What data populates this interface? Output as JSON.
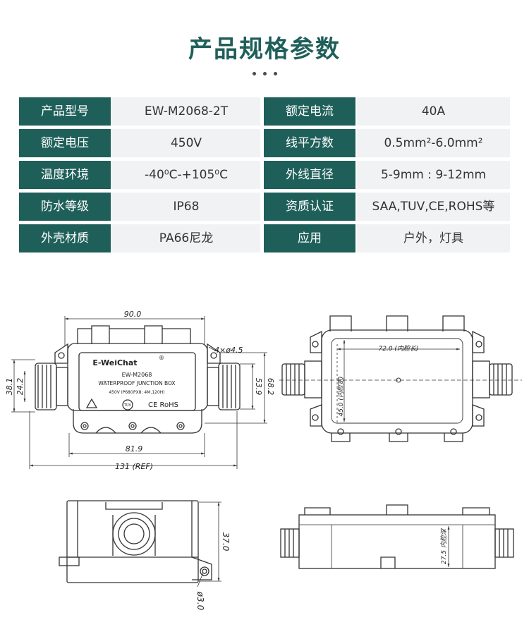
{
  "header": {
    "title": "产品规格参数"
  },
  "specs": {
    "rows": [
      {
        "l1": "产品型号",
        "v1": "EW-M2068-2T",
        "l2": "额定电流",
        "v2": "40A"
      },
      {
        "l1": "额定电压",
        "v1": "450V",
        "l2": "线平方数",
        "v2": "0.5mm²-6.0mm²"
      },
      {
        "l1": "温度环境",
        "v1": "-40⁰C-+105⁰C",
        "l2": "外线直径",
        "v2": "5-9mm : 9-12mm"
      },
      {
        "l1": "防水等级",
        "v1": "IP68",
        "l2": "资质认证",
        "v2": "SAA,TUV,CE,ROHS等"
      },
      {
        "l1": "外壳材质",
        "v1": "PA66尼龙",
        "l2": "应用",
        "v2": "户外，灯具"
      }
    ]
  },
  "drawing": {
    "front": {
      "brand": "E-WeiChat",
      "registered": "®",
      "model": "EW-M2068",
      "name": "WATERPROOF JUNCTION BOX",
      "rating": "450V  IP68(IPX8: 4M,120H)",
      "cert_tuv": "TÜV",
      "cert_ce_rohs": "CE RoHS",
      "dim_top": "90.0",
      "dim_holes": "4×ø4.5",
      "dim_left_outer": "38.1",
      "dim_left_inner": "24.2",
      "dim_right_inner": "53.9",
      "dim_right_outer": "68.2",
      "dim_bottom_inner": "81.9",
      "dim_bottom_ref": "131 (REF)"
    },
    "inner": {
      "dim_width": "72.0 (内腔长)",
      "dim_height": "45.0 (内腔宽)"
    },
    "side": {
      "dim_height": "37.0",
      "dim_hole": "ø3.0"
    },
    "section": {
      "dim_depth": "27.5 内腔深"
    }
  }
}
